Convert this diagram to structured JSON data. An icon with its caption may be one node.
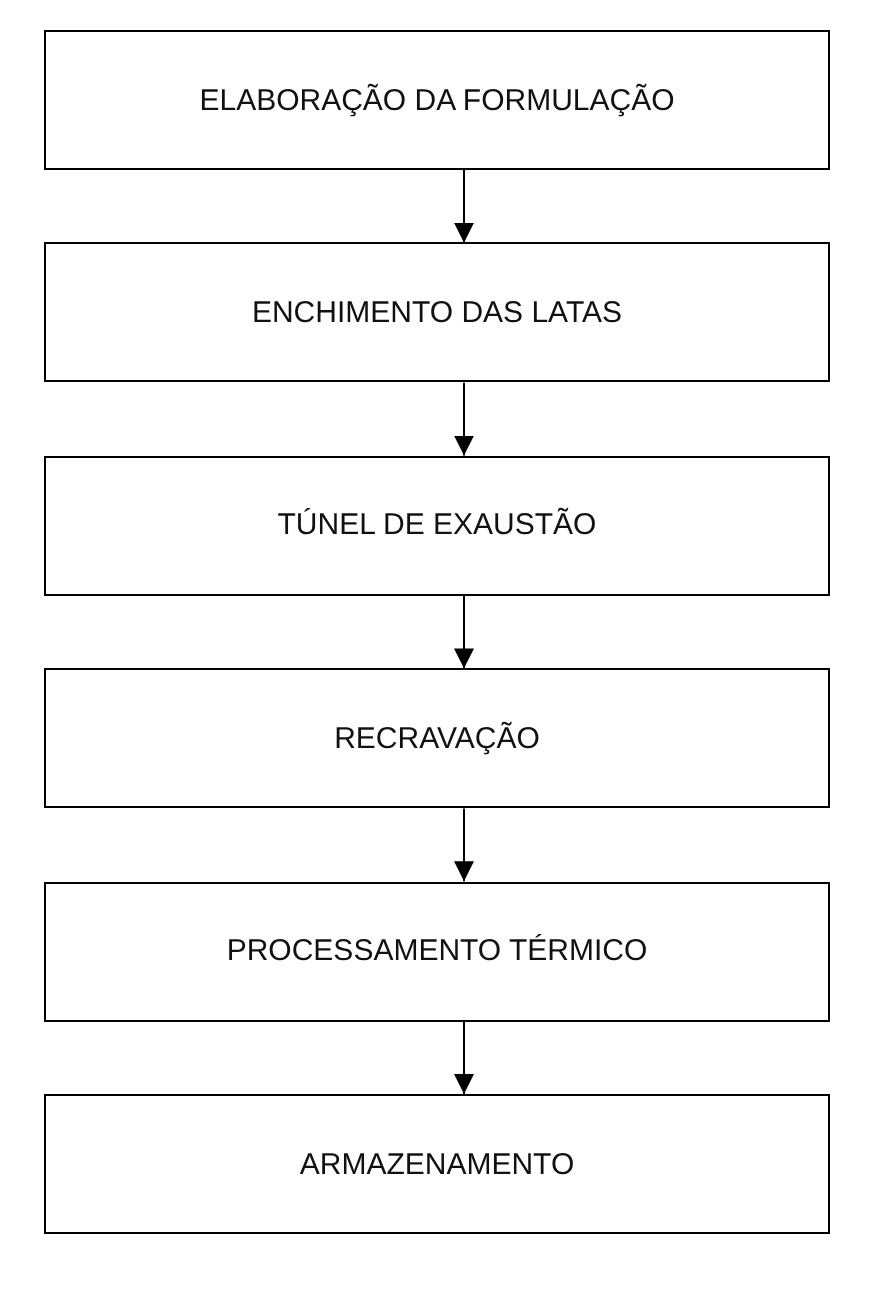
{
  "diagram": {
    "nodes": [
      {
        "text": [
          "ELABORAÇÃO DA FORMULAÇÃO"
        ]
      },
      {
        "text": [
          "ENCHIMENTO DAS LATAS"
        ]
      },
      {
        "text": [
          "TÚNEL DE EXAUSTÃO"
        ]
      },
      {
        "text": [
          "RECRAVAÇÃO"
        ]
      },
      {
        "text": [
          "PROCESSAMENTO TÉRMICO"
        ]
      },
      {
        "text": [
          "ARMAZENAMENTO"
        ]
      }
    ],
    "edges": [
      {
        "from": 0,
        "to": 1,
        "arrow": "to"
      },
      {
        "from": 1,
        "to": 2,
        "arrow": "to"
      },
      {
        "from": 2,
        "to": 3,
        "arrow": "to"
      },
      {
        "from": 3,
        "to": 4,
        "arrow": "to"
      },
      {
        "from": 4,
        "to": 5,
        "arrow": "to"
      }
    ]
  }
}
